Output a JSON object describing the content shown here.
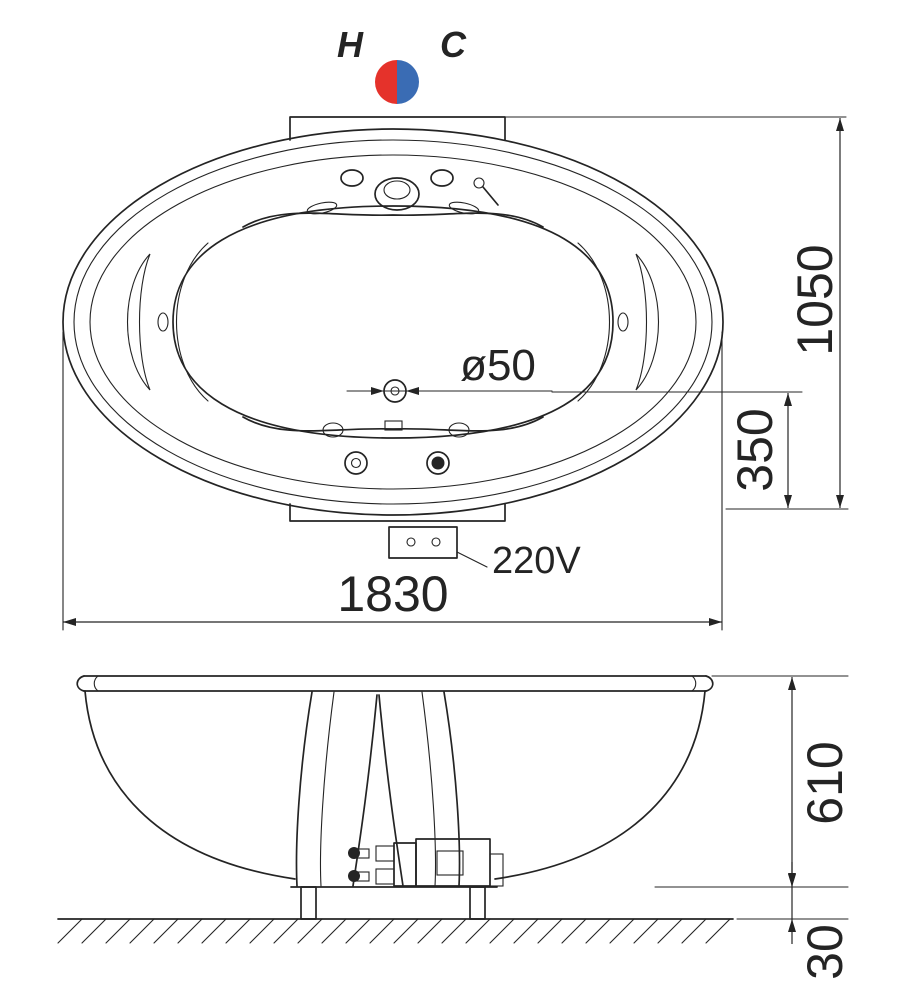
{
  "indicator": {
    "hot_label": "H",
    "cold_label": "C",
    "hot_color": "#e5322b",
    "cold_color": "#3a6cb4"
  },
  "labels": {
    "drain_diameter": "ø50",
    "power": "220V"
  },
  "dimensions": {
    "overall_width": "1830",
    "overall_depth": "1050",
    "drain_offset": "350",
    "tub_height": "610",
    "base_clearance": "30"
  },
  "colors": {
    "ink": "#242424"
  }
}
